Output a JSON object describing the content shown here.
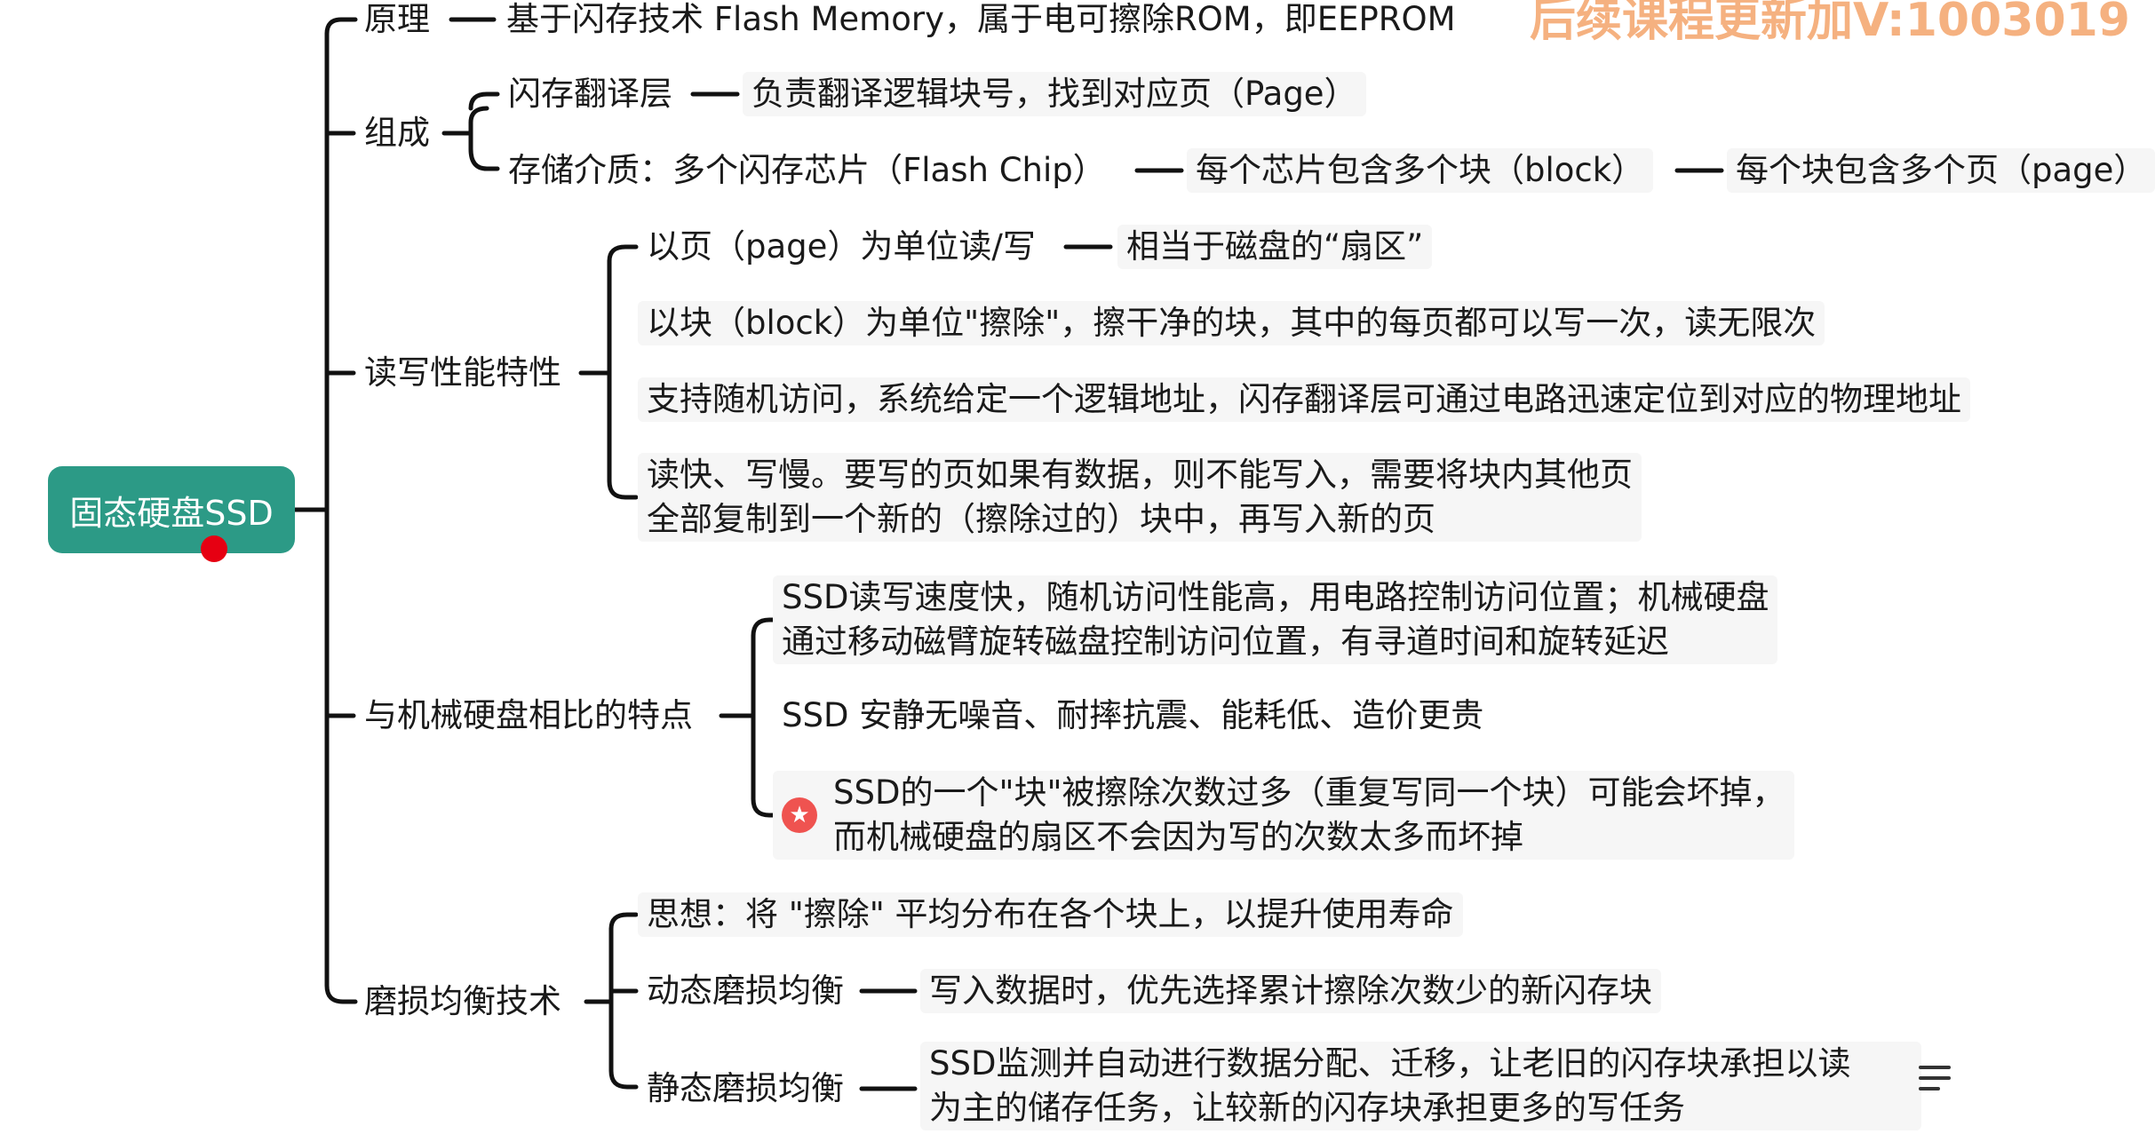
{
  "watermark": "后续课程更新加V:1003019",
  "root": {
    "label": "固态硬盘SSD"
  },
  "branches": {
    "principle": {
      "label": "原理",
      "detail": "基于闪存技术 Flash Memory，属于电可擦除ROM，即EEPROM"
    },
    "composition": {
      "label": "组成",
      "ftl": {
        "label": "闪存翻译层",
        "detail": "负责翻译逻辑块号，找到对应页（Page）"
      },
      "medium": {
        "label": "存储介质：多个闪存芯片（Flash Chip）",
        "chip": "每个芯片包含多个块（block）",
        "block": "每个块包含多个页（page）"
      }
    },
    "rw": {
      "label": "读写性能特性",
      "page_unit": {
        "label": "以页（page）为单位读/写",
        "detail": "相当于磁盘的“扇区”"
      },
      "block_unit": "以块（block）为单位\"擦除\"，擦干净的块，其中的每页都可以写一次，读无限次",
      "random": "支持随机访问，系统给定一个逻辑地址，闪存翻译层可通过电路迅速定位到对应的物理地址",
      "slow_write": [
        "读快、写慢。要写的页如果有数据，则不能写入，需要将块内其他页",
        "全部复制到一个新的（擦除过的）块中，再写入新的页"
      ]
    },
    "compare": {
      "label": "与机械硬盘相比的特点",
      "speed": [
        "SSD读写速度快，随机访问性能高，用电路控制访问位置；机械硬盘",
        "通过移动磁臂旋转磁盘控制访问位置，有寻道时间和旋转延迟"
      ],
      "quiet": "SSD 安静无噪音、耐摔抗震、能耗低、造价更贵",
      "wear": [
        "SSD的一个\"块\"被擦除次数过多（重复写同一个块）可能会坏掉，",
        "而机械硬盘的扇区不会因为写的次数太多而坏掉"
      ]
    },
    "leveling": {
      "label": "磨损均衡技术",
      "idea": "思想：将 \"擦除\" 平均分布在各个块上，以提升使用寿命",
      "dynamic": {
        "label": "动态磨损均衡",
        "detail": "写入数据时，优先选择累计擦除次数少的新闪存块"
      },
      "static": {
        "label": "静态磨损均衡",
        "detail": [
          "SSD监测并自动进行数据分配、迁移，让老旧的闪存块承担以读",
          "为主的储存任务，让较新的闪存块承担更多的写任务"
        ]
      }
    }
  },
  "icons": {
    "marker": "star-icon",
    "notes": "menu-icon"
  },
  "colors": {
    "root": "#2c9a86",
    "watermark": "#f4a46a",
    "marker": "#ef5350",
    "dot": "#e60012"
  }
}
